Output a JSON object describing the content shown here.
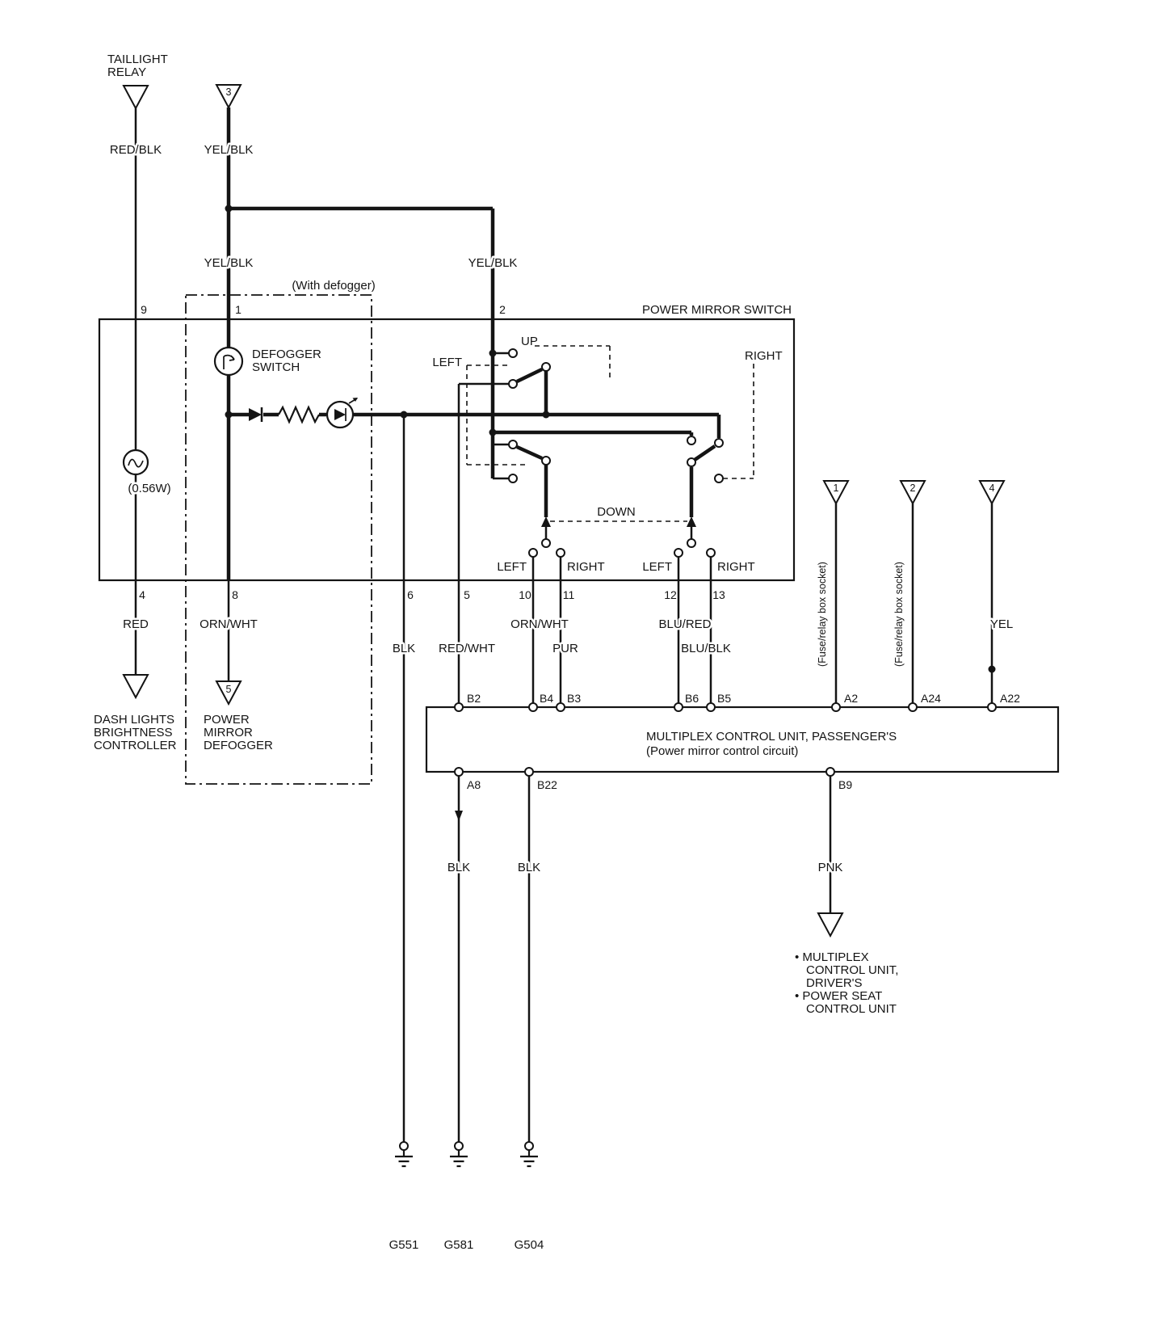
{
  "top": {
    "taillight_line1": "TAILLIGHT",
    "taillight_line2": "RELAY",
    "red_blk": "RED/BLK",
    "yel_blk_a": "YEL/BLK",
    "yel_blk_b": "YEL/BLK",
    "yel_blk_c": "YEL/BLK",
    "with_defogger": "(With defogger)",
    "conn3": "3"
  },
  "sw": {
    "title": "POWER MIRROR SWITCH",
    "pin9": "9",
    "pin1": "1",
    "pin2": "2",
    "defog1": "DEFOGGER",
    "defog2": "SWITCH",
    "up": "UP",
    "left": "LEFT",
    "right": "RIGHT",
    "down": "DOWN",
    "left_b1": "LEFT",
    "right_b1": "RIGHT",
    "left_b2": "LEFT",
    "right_b2": "RIGHT",
    "bulb": "(0.56W)",
    "pin4": "4",
    "pin8": "8",
    "pin6": "6",
    "pin5": "5",
    "pin10": "10",
    "pin11": "11",
    "pin12": "12",
    "pin13": "13"
  },
  "wires": {
    "red": "RED",
    "orn_wht_a": "ORN/WHT",
    "orn_wht_b": "ORN/WHT",
    "blu_red": "BLU/RED",
    "blk_a": "BLK",
    "red_wht": "RED/WHT",
    "pur": "PUR",
    "blu_blk": "BLU/BLK",
    "yel": "YEL",
    "blk_b": "BLK",
    "blk_c": "BLK",
    "pnk": "PNK"
  },
  "dest_left": {
    "line1": "DASH LIGHTS",
    "line2": "BRIGHTNESS",
    "line3": "CONTROLLER"
  },
  "dest_defog": {
    "num": "5",
    "line1": "POWER",
    "line2": "MIRROR",
    "line3": "DEFOGGER"
  },
  "rconn": {
    "num1": "1",
    "num2": "2",
    "num4": "4",
    "note_a": "(Fuse/relay box socket)",
    "note_b": "(Fuse/relay box socket)"
  },
  "mux": {
    "title": "MULTIPLEX CONTROL UNIT, PASSENGER'S",
    "subtitle": "(Power mirror control circuit)",
    "b2": "B2",
    "b4": "B4",
    "b3": "B3",
    "b6": "B6",
    "b5": "B5",
    "a2": "A2",
    "a24": "A24",
    "a22": "A22",
    "a8": "A8",
    "b22": "B22",
    "b9": "B9"
  },
  "dest_b9": {
    "line1": "• MULTIPLEX",
    "line2": "CONTROL UNIT,",
    "line3": "DRIVER'S",
    "line4": "• POWER SEAT",
    "line5": "CONTROL UNIT"
  },
  "grounds": {
    "g551": "G551",
    "g581": "G581",
    "g504": "G504"
  }
}
